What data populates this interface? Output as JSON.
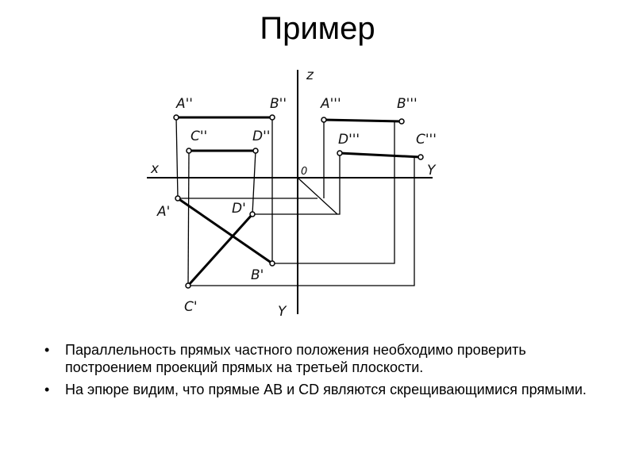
{
  "slide": {
    "title": "Пример"
  },
  "diagram": {
    "axis_labels": {
      "x": "x",
      "z": "z",
      "y_right": "Y",
      "y_bottom": "Y",
      "origin": "0"
    },
    "point_labels": {
      "a2": "A''",
      "b2": "B''",
      "c2": "C''",
      "d2": "D''",
      "a3": "A'''",
      "b3": "B'''",
      "c3": "C'''",
      "d3": "D'''",
      "a1": "A'",
      "b1": "B'",
      "c1": "C'",
      "d1": "D'"
    }
  },
  "bullets": [
    "Параллельность прямых частного положения необходимо проверить построением проекций прямых на третьей плоскости.",
    "На эпюре видим, что прямые AB и CD являются скрещивающимися прямыми."
  ]
}
